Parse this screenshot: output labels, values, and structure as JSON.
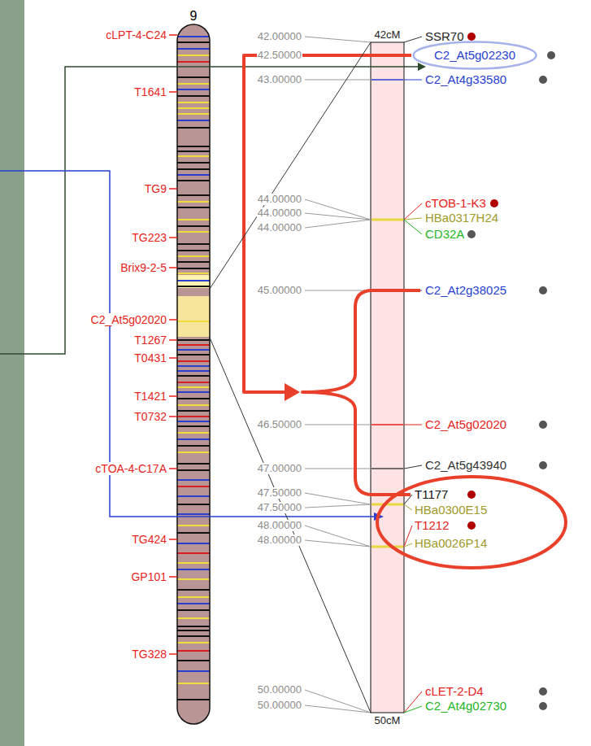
{
  "diagram": {
    "nodes": [
      {
        "text": [
          "9"
        ]
      },
      {
        "text": [
          "42cM",
          "50cM"
        ]
      },
      {
        "text": [
          "C2_At5g02230"
        ]
      },
      {
        "text": [
          "T1177",
          "HBa0300E15",
          "T1212",
          "HBa0026P14"
        ]
      }
    ],
    "edges": [
      {
        "from": 0,
        "to": 1,
        "arrow": "none"
      },
      {
        "from": 0,
        "to": 1,
        "arrow": "none"
      }
    ],
    "labels": [
      "cLPT-4-C24",
      "T1641",
      "TG9",
      "TG223",
      "Brix9-2-5",
      "C2_At5g02020",
      "T1267",
      "T0431",
      "T1421",
      "T0732",
      "cTOA-4-C17A",
      "TG424",
      "GP101",
      "TG328",
      "42.00000",
      "42.50000",
      "43.00000",
      "44.00000",
      "44.00000",
      "44.00000",
      "45.00000",
      "46.50000",
      "47.00000",
      "47.50000",
      "47.50000",
      "48.00000",
      "48.00000",
      "50.00000",
      "50.00000",
      "SSR70",
      "C2_At4g33580",
      "cTOB-1-K3",
      "HBa0317H24",
      "CD32A",
      "C2_At2g38025",
      "C2_At5g02020",
      "C2_At5g43940",
      "cLET-2-D4",
      "C2_At4g02730"
    ]
  }
}
